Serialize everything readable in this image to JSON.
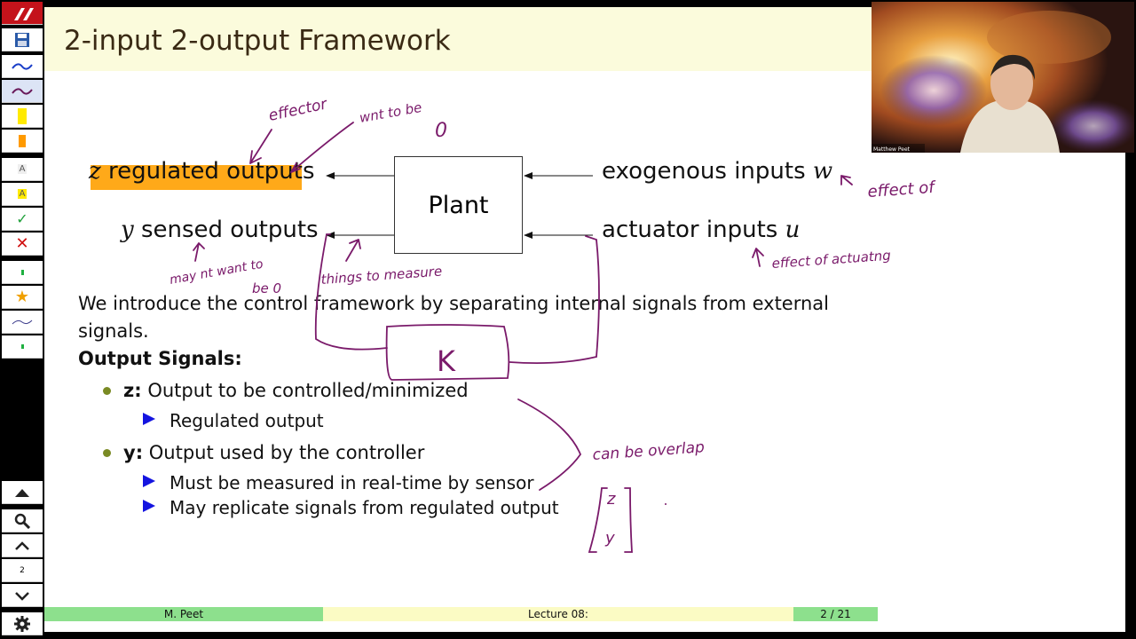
{
  "slide": {
    "title": "2-input 2-output Framework",
    "diagram": {
      "z_var": "z",
      "z_label": "regulated outputs",
      "y_var": "y",
      "y_label": "sensed outputs",
      "plant": "Plant",
      "w_label": "exogenous inputs",
      "w_var": "w",
      "u_label": "actuator inputs",
      "u_var": "u"
    },
    "intro_line1": "We introduce the control framework by separating internal signals from external",
    "intro_line2": "signals.",
    "section_heading": "Output Signals:",
    "bullets": [
      {
        "key": "z:",
        "text": "Output to be controlled/minimized",
        "subs": [
          "Regulated output"
        ]
      },
      {
        "key": "y:",
        "text": "Output used by the controller",
        "subs": [
          "Must be measured in real-time by sensor",
          "May replicate signals from regulated output"
        ]
      }
    ]
  },
  "annotations": {
    "effector": "effector",
    "want_to_be": "wnt to be",
    "zero_top": "0",
    "effect_of": "effect of",
    "effect_of_actuating": "effect of actuatng",
    "may_not_want": "may nt want to",
    "be_zero": "be 0",
    "things_to_measure": "things to measure",
    "controller": "K",
    "can_be_overlap": "can be overlap",
    "vec_z": "z",
    "vec_y": "y"
  },
  "footer": {
    "author": "M. Peet",
    "lecture": "Lecture 08:",
    "page": "2 / 21"
  },
  "webcam": {
    "name": "Matthew Peet"
  },
  "toolbar": {
    "zoom_level": "2"
  },
  "colors": {
    "title_bg": "#fbfbdc",
    "footer_left": "#8de08d",
    "footer_mid": "#fbfbc4",
    "footer_right": "#8de08d",
    "highlight": "#ffa000",
    "ink": "#7a1a6a",
    "bullet": "#7a8a24",
    "sub_bullet": "#1414e0"
  }
}
